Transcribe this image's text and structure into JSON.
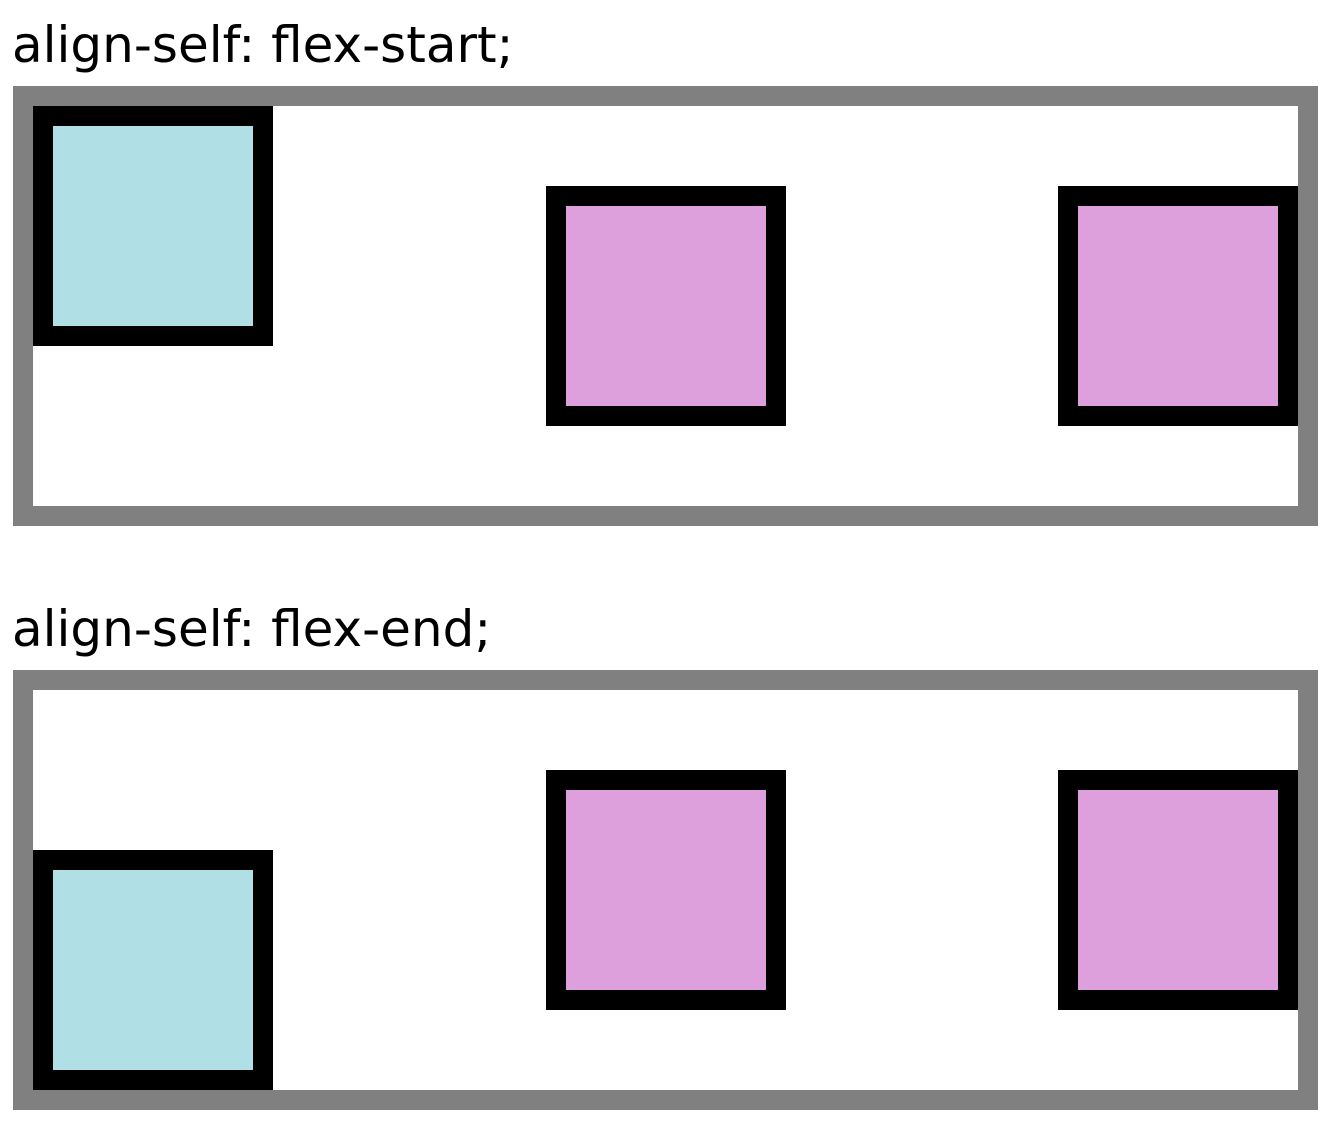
{
  "colors": {
    "container_border": "#808080",
    "item_border": "#000000",
    "highlighted_item": "#b0e0e6",
    "default_item": "#dda0dd",
    "background": "#ffffff"
  },
  "examples": [
    {
      "label": "align-self: flex-start;",
      "highlighted_item_alignment": "flex-start",
      "items": [
        "highlighted",
        "default",
        "default"
      ]
    },
    {
      "label": "align-self: flex-end;",
      "highlighted_item_alignment": "flex-end",
      "items": [
        "highlighted",
        "default",
        "default"
      ]
    }
  ]
}
